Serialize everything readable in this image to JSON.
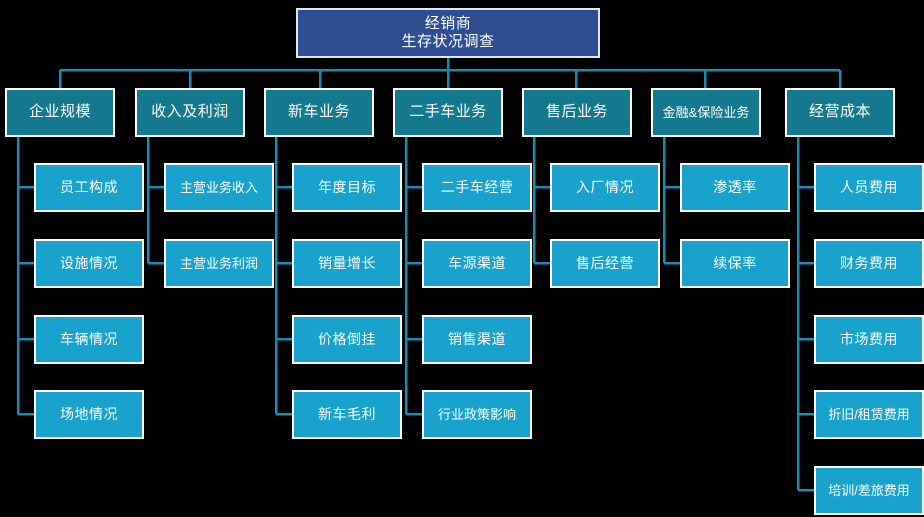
{
  "diagram": {
    "title": "经销商生存状况调查",
    "type": "org-chart",
    "background_color": "#000000",
    "colors": {
      "root_fill": "#2e4e91",
      "level2_fill": "#14788f",
      "level3_fill": "#19a3cc",
      "border": "#ffffff",
      "connector": "#1a8bb3",
      "text": "#ffffff"
    },
    "root": {
      "line1": "经销商",
      "line2": "生存状况调查"
    },
    "branches": [
      {
        "label": "企业规模",
        "children": [
          {
            "label": "员工构成"
          },
          {
            "label": "设施情况"
          },
          {
            "label": "车辆情况"
          },
          {
            "label": "场地情况"
          }
        ]
      },
      {
        "label": "收入及利润",
        "children": [
          {
            "label": "主营业务收入"
          },
          {
            "label": "主营业务利润"
          }
        ]
      },
      {
        "label": "新车业务",
        "children": [
          {
            "label": "年度目标"
          },
          {
            "label": "销量增长"
          },
          {
            "label": "价格倒挂"
          },
          {
            "label": "新车毛利"
          }
        ]
      },
      {
        "label": "二手车业务",
        "children": [
          {
            "label": "二手车经营"
          },
          {
            "label": "车源渠道"
          },
          {
            "label": "销售渠道"
          },
          {
            "label": "行业政策影响"
          }
        ]
      },
      {
        "label": "售后业务",
        "children": [
          {
            "label": "入厂情况"
          },
          {
            "label": "售后经营"
          }
        ]
      },
      {
        "label": "金融&保险业务",
        "children": [
          {
            "label": "渗透率"
          },
          {
            "label": "续保率"
          }
        ]
      },
      {
        "label": "经营成本",
        "children": [
          {
            "label": "人员费用"
          },
          {
            "label": "财务费用"
          },
          {
            "label": "市场费用"
          },
          {
            "label": "折旧/租赁费用"
          },
          {
            "label": "培训/差旅费用"
          }
        ]
      }
    ]
  }
}
